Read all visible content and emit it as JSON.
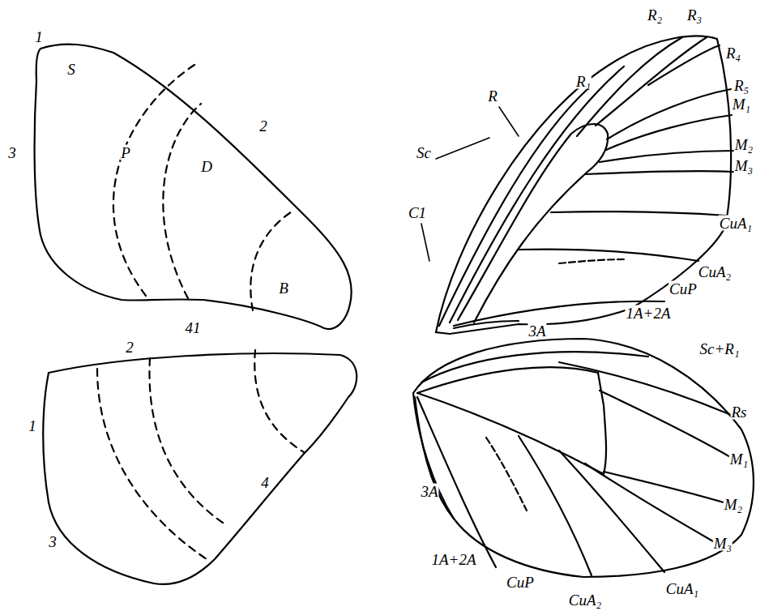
{
  "diagram": {
    "labels": [
      "1",
      "S",
      "3",
      "P",
      "D",
      "2",
      "B",
      "41",
      "2",
      "1",
      "3",
      "4",
      "R₂",
      "R₃",
      "R₄",
      "R₁",
      "R",
      "R₅",
      "M₁",
      "Sc",
      "M₂",
      "M₃",
      "C1",
      "CuA₁",
      "CuA₂",
      "CuP",
      "1A+2A",
      "3A",
      "Sc+R₁",
      "Rs",
      "M₁",
      "M₂",
      "M₃",
      "3A",
      "1A+2A",
      "CuP",
      "CuA₂",
      "CuA₁"
    ]
  }
}
